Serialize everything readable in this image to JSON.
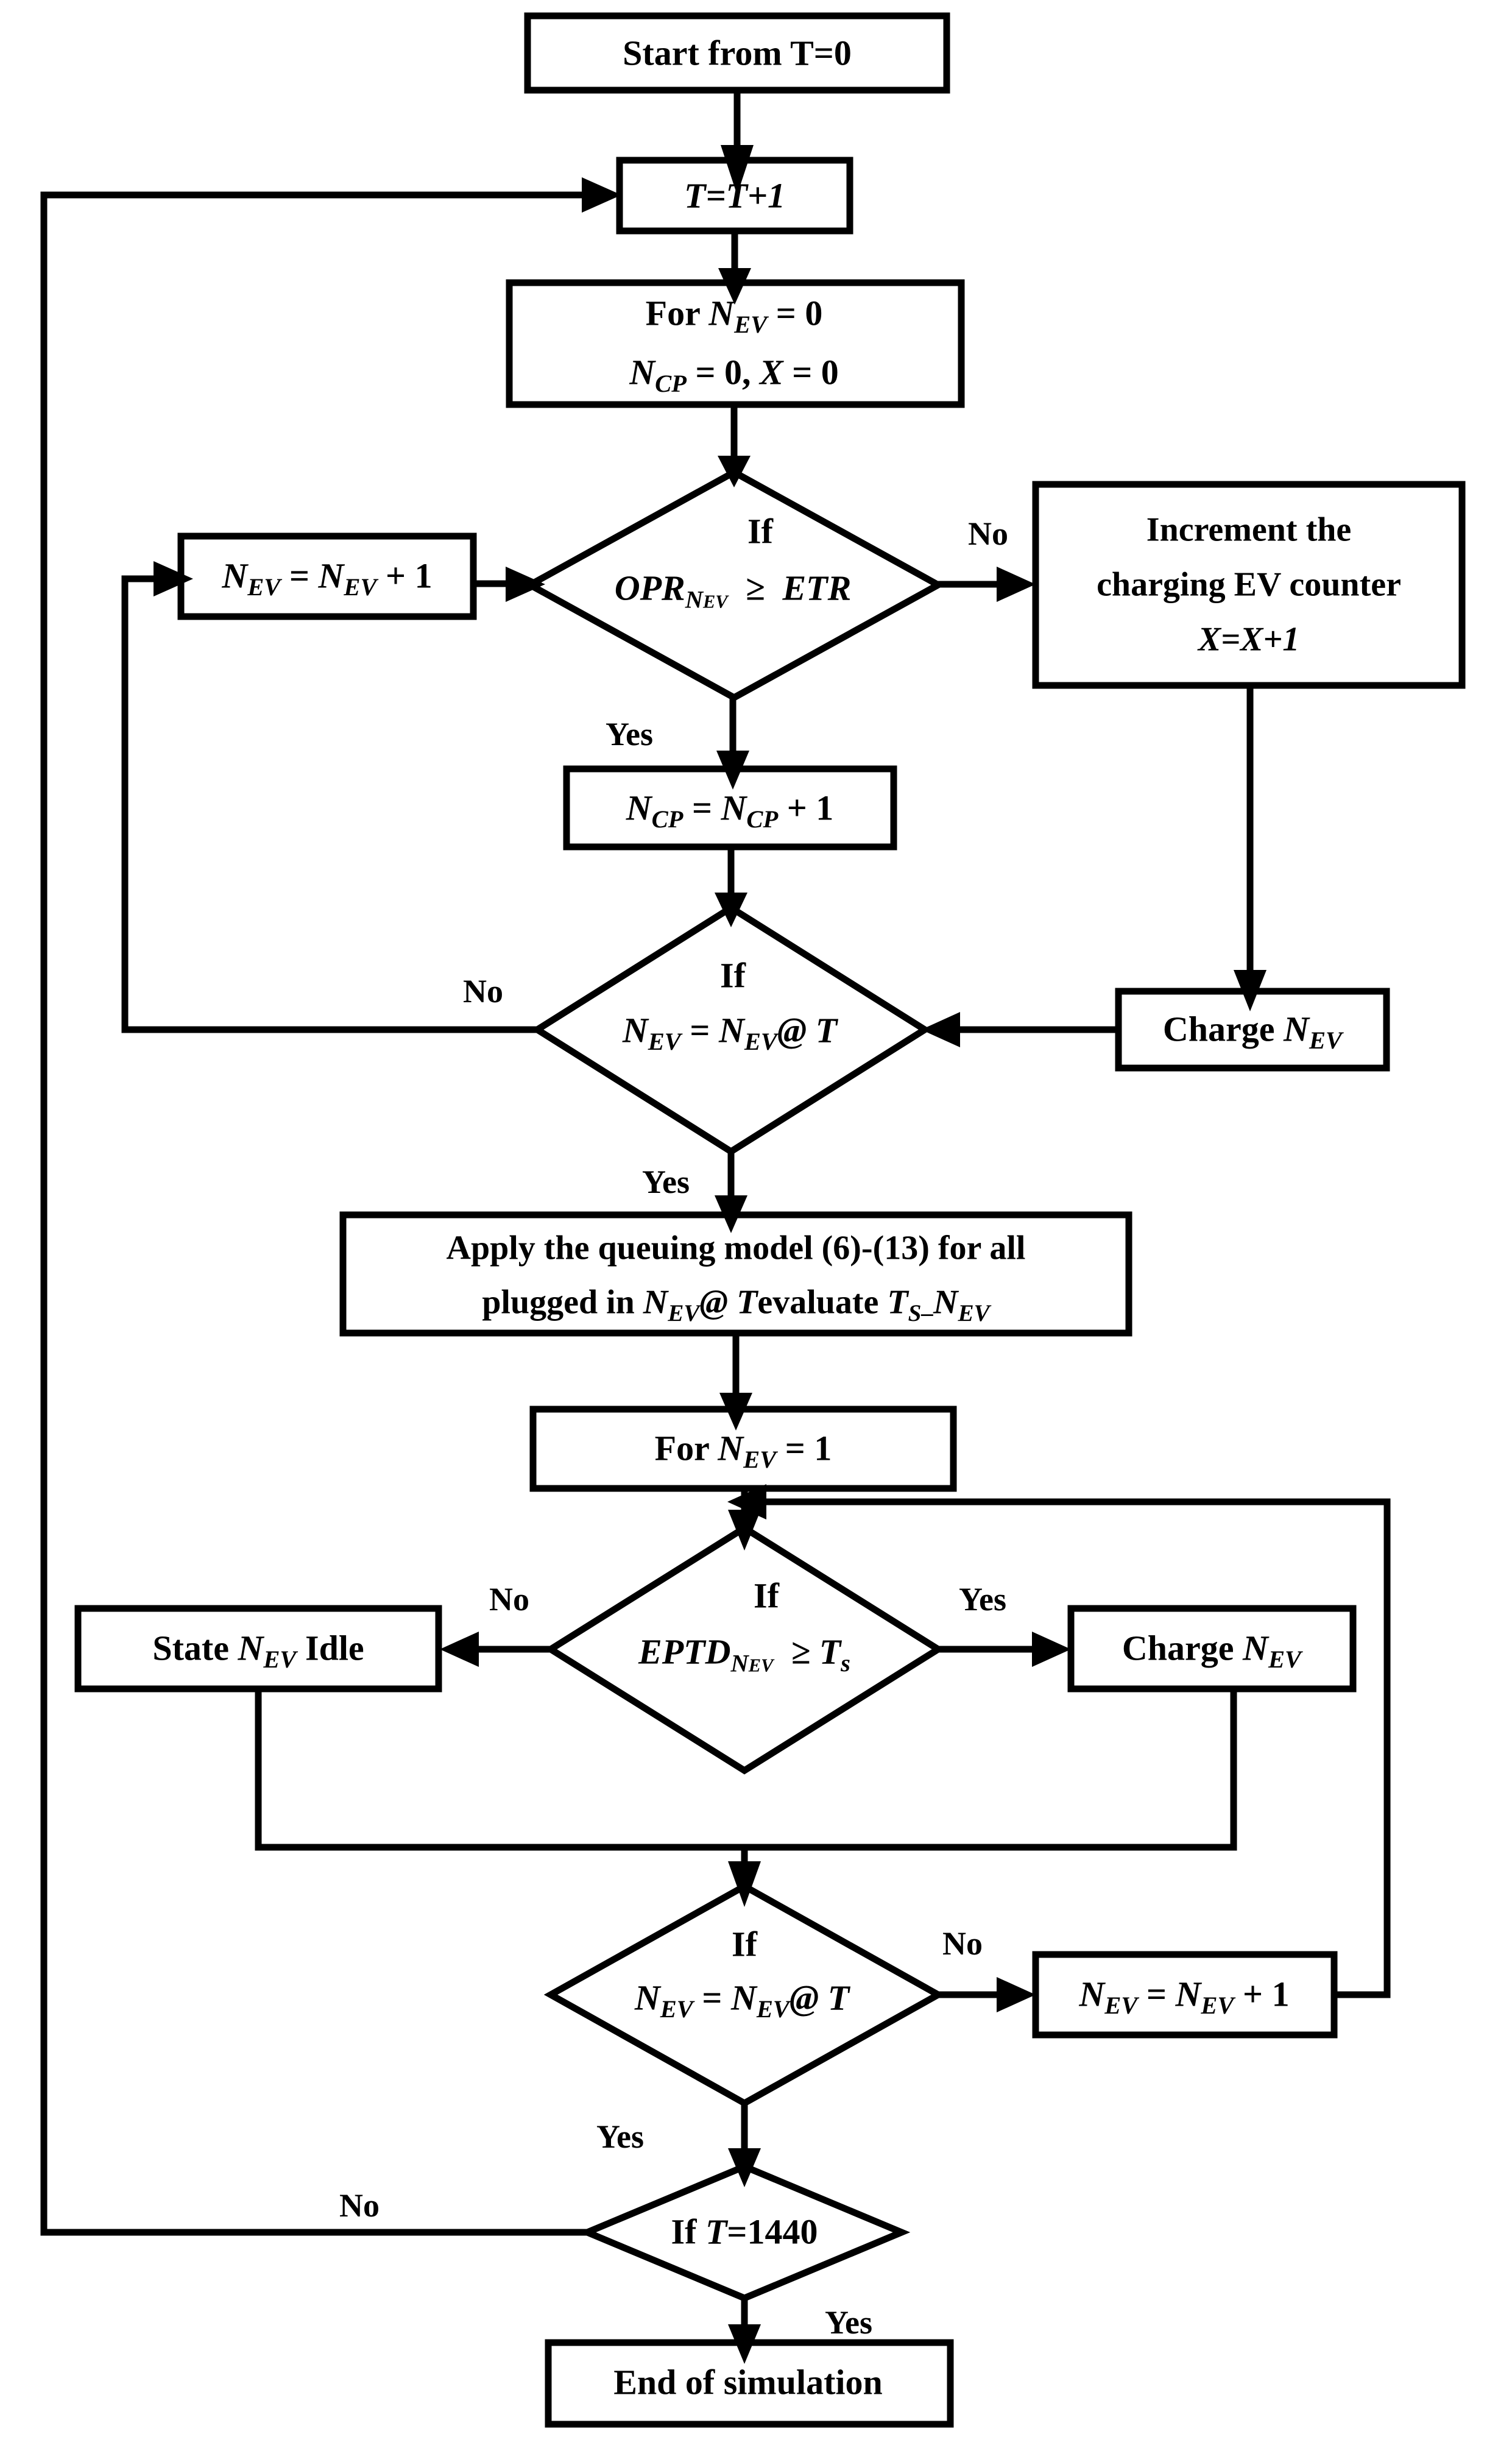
{
  "diagram": {
    "title": "EV charging simulation flowchart",
    "stroke_color": "#000000",
    "fill_color": "#ffffff",
    "background": "#ffffff"
  },
  "nodes": {
    "start": {
      "shape": "rect",
      "text": "Start from  T=0"
    },
    "t_increment": {
      "shape": "rect",
      "text": "T=T+1"
    },
    "init_loop_line1": {
      "text": "For N_EV = 0"
    },
    "init_loop_line2": {
      "text": "N_CP = 0, X = 0"
    },
    "decision_opr_line1": {
      "text": "If"
    },
    "decision_opr_line2": {
      "text": "OPR_NEV ≥ ETR"
    },
    "nev_plus_one_top": {
      "shape": "rect",
      "text": "N_EV = N_EV + 1"
    },
    "increment_counter_line1": {
      "text": "Increment the"
    },
    "increment_counter_line2": {
      "text": "charging EV counter"
    },
    "increment_counter_line3": {
      "text": "X=X+1"
    },
    "ncp_plus_one": {
      "shape": "rect",
      "text": "N_CP = N_CP + 1"
    },
    "decision_nev_at_t_1_line1": {
      "text": "If"
    },
    "decision_nev_at_t_1_line2": {
      "text": "N_EV = N_EV@ T"
    },
    "charge_nev_mid": {
      "shape": "rect",
      "text": "Charge N_EV"
    },
    "queue_model_line1": {
      "text": "Apply the queuing model (6)-(13) for all"
    },
    "queue_model_line2": {
      "text": "plugged in N_EV@ T evaluate T_s_N_EV"
    },
    "for_nev_1": {
      "shape": "rect",
      "text": "For N_EV = 1"
    },
    "decision_eptd_line1": {
      "text": "If"
    },
    "decision_eptd_line2": {
      "text": "EPTD_NEV ≥ T_s"
    },
    "state_idle": {
      "shape": "rect",
      "text": "State N_EV Idle"
    },
    "charge_nev_low": {
      "shape": "rect",
      "text": "Charge N_EV"
    },
    "decision_nev_at_t_2_line1": {
      "text": "If"
    },
    "decision_nev_at_t_2_line2": {
      "text": "N_EV = N_EV@ T"
    },
    "nev_plus_one_bottom": {
      "shape": "rect",
      "text": "N_EV = N_EV + 1"
    },
    "decision_t_1440": {
      "shape": "diamond",
      "text": "If T=1440"
    },
    "end_simulation": {
      "shape": "rect",
      "text": "End of simulation"
    }
  },
  "edge_labels": {
    "opr_no": "No",
    "opr_yes": "Yes",
    "nev_at_t1_no": "No",
    "nev_at_t1_yes": "Yes",
    "eptd_no": "No",
    "eptd_yes": "Yes",
    "nev_at_t2_no": "No",
    "nev_at_t2_yes": "Yes",
    "t1440_no": "No",
    "t1440_yes": "Yes"
  },
  "values": {
    "simulation_end_time": "1440",
    "equation_range": "(6)-(13)"
  }
}
